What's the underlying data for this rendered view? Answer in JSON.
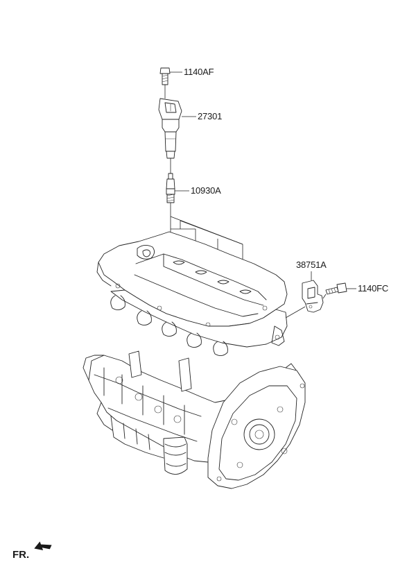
{
  "parts": [
    {
      "id": "bolt_top",
      "number": "1140AF"
    },
    {
      "id": "ignition_coil",
      "number": "27301"
    },
    {
      "id": "spark_plug",
      "number": "10930A"
    },
    {
      "id": "bracket",
      "number": "38751A"
    },
    {
      "id": "bolt_side",
      "number": "1140FC"
    }
  ],
  "direction_marker": {
    "label": "FR."
  }
}
